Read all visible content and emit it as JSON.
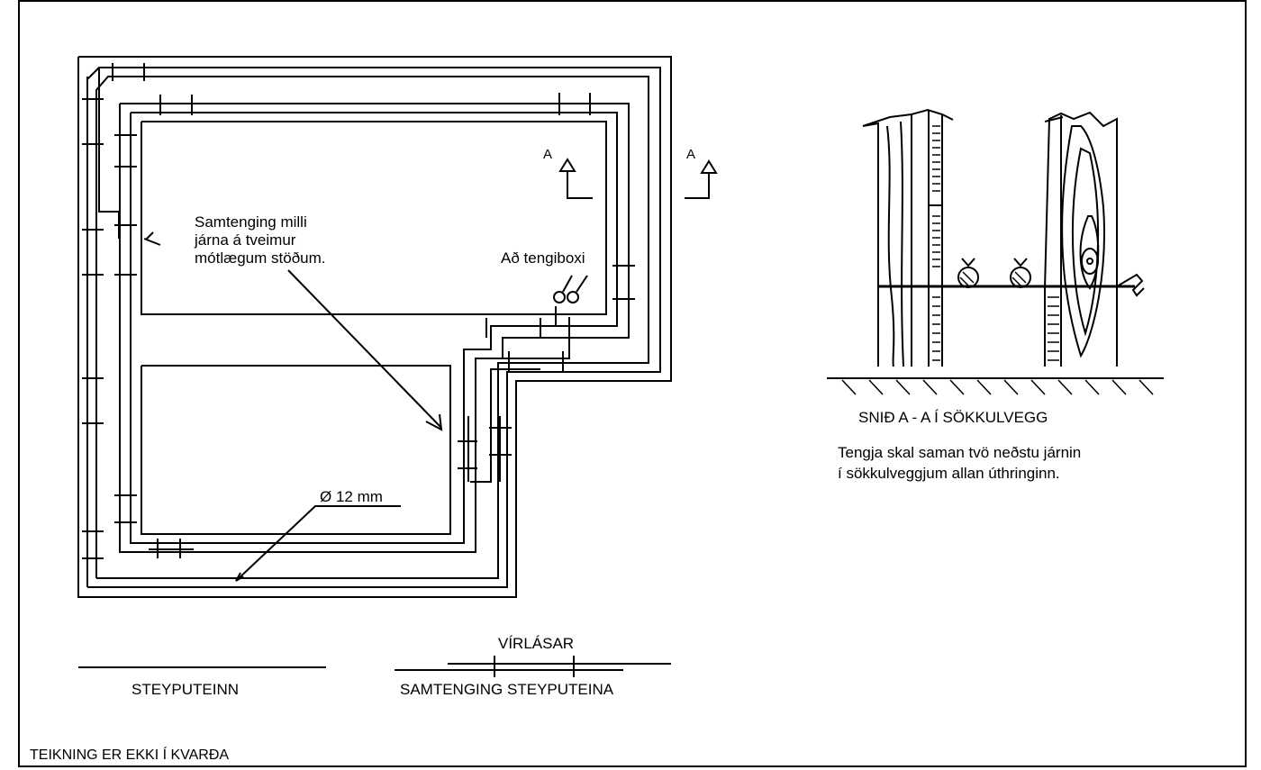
{
  "plan": {
    "section_marker_left": "A",
    "section_marker_right": "A",
    "annotation_connection": [
      "Samtenging milli",
      "járna á tveimur",
      "mótlægum stöðum."
    ],
    "annotation_box": "Að tengiboxi",
    "annotation_diameter": "Ø 12 mm"
  },
  "section": {
    "title": "SNIÐ  A - A  Í SÖKKULVEGG",
    "note_line1": "Tengja skal saman tvö neðstu járnin",
    "note_line2": "í sökkulveggjum allan úthringinn."
  },
  "legend": {
    "rebar_label": "STEYPUTEINN",
    "splice_top_label": "VÍRLÁSAR",
    "splice_bottom_label": "SAMTENGING  STEYPUTEINA"
  },
  "footer": {
    "scale_note": "TEIKNING ER EKKI Í KVARÐA"
  }
}
